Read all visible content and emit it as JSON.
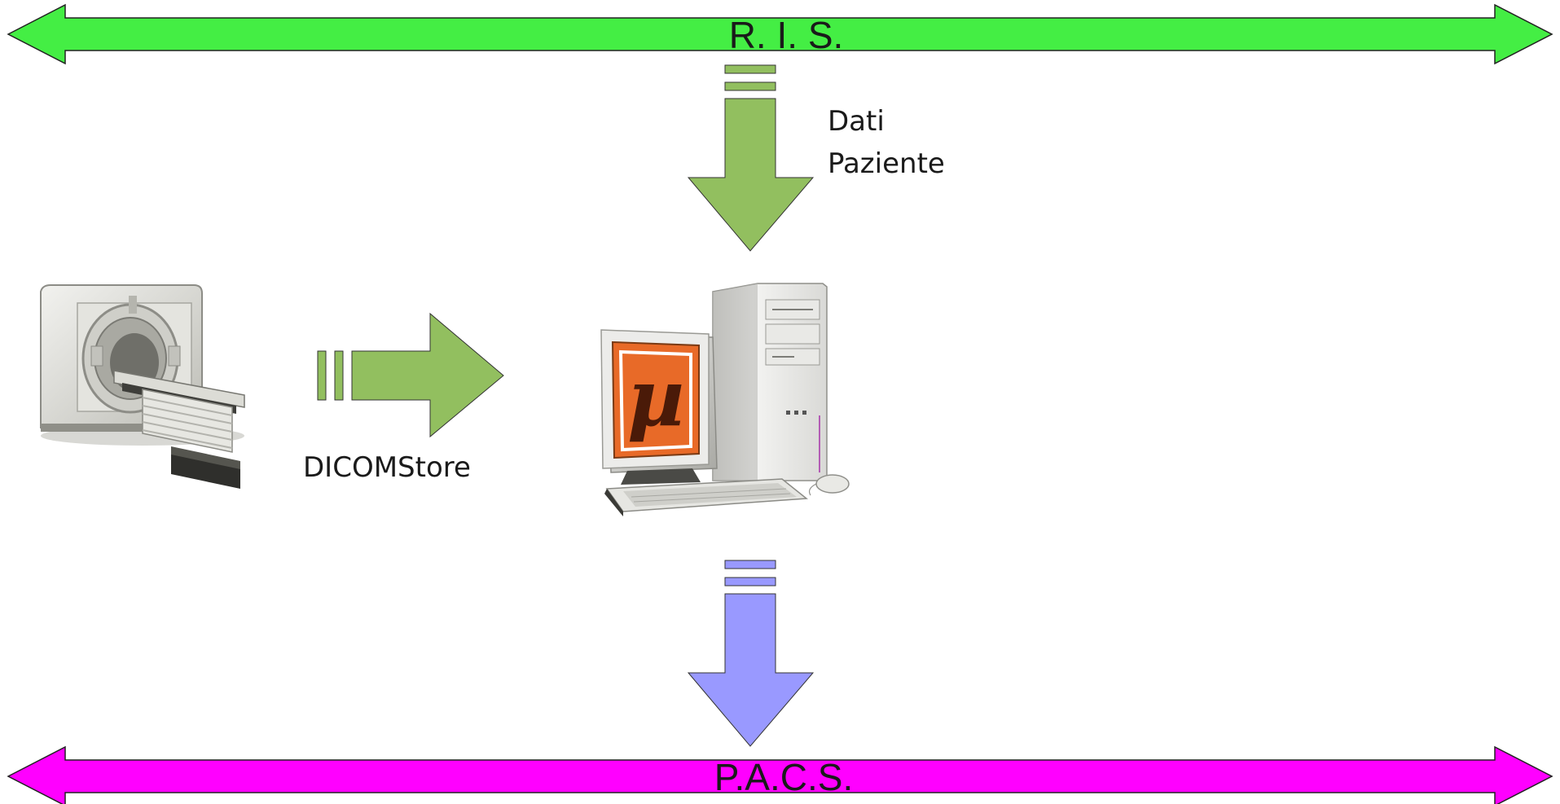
{
  "diagram": {
    "ris_bus": {
      "label": "R. I. S.",
      "color": "#44ee44"
    },
    "pacs_bus": {
      "label": "P.A.C.S.",
      "color": "#ff00ff"
    },
    "patient_data_arrow": {
      "label_line1": "Dati",
      "label_line2": "Paziente",
      "color": "#92bf5f"
    },
    "dicom_store_arrow": {
      "label": "DICOMStore",
      "color": "#92bf5f"
    },
    "pacs_arrow": {
      "color": "#9999ff"
    },
    "workstation": {
      "logo_glyph": "µ",
      "logo_color": "#e86a28"
    },
    "scanner": {
      "icon": "ct-scanner-icon"
    }
  }
}
